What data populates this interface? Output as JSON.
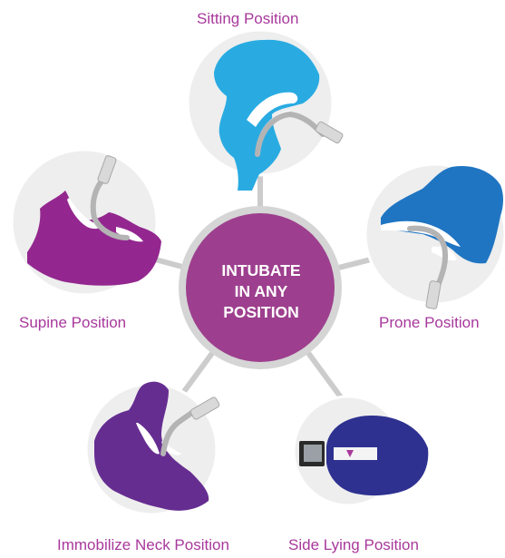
{
  "center": {
    "lines": [
      "INTUBATE",
      "IN ANY",
      "POSITION"
    ],
    "fill": "#9d3f8e",
    "ring": "#d5d5d5"
  },
  "positions": [
    {
      "key": "sitting",
      "label": "Sitting Position",
      "color": "#29abe2",
      "icon": "sitting-head-icon"
    },
    {
      "key": "prone",
      "label": "Prone Position",
      "color": "#1f75c2",
      "icon": "prone-head-icon"
    },
    {
      "key": "side",
      "label": "Side Lying Position",
      "color": "#2e3190",
      "icon": "side-lying-head-icon"
    },
    {
      "key": "immobile",
      "label": "Immobilize Neck Position",
      "color": "#662d91",
      "icon": "immobilized-neck-head-icon"
    },
    {
      "key": "supine",
      "label": "Supine Position",
      "color": "#93278f",
      "icon": "supine-head-icon"
    }
  ],
  "colors": {
    "label_text": "#a8389c",
    "node_bg": "#eeeeee",
    "spoke": "#cccccc",
    "scope": "#b4b4b4"
  }
}
